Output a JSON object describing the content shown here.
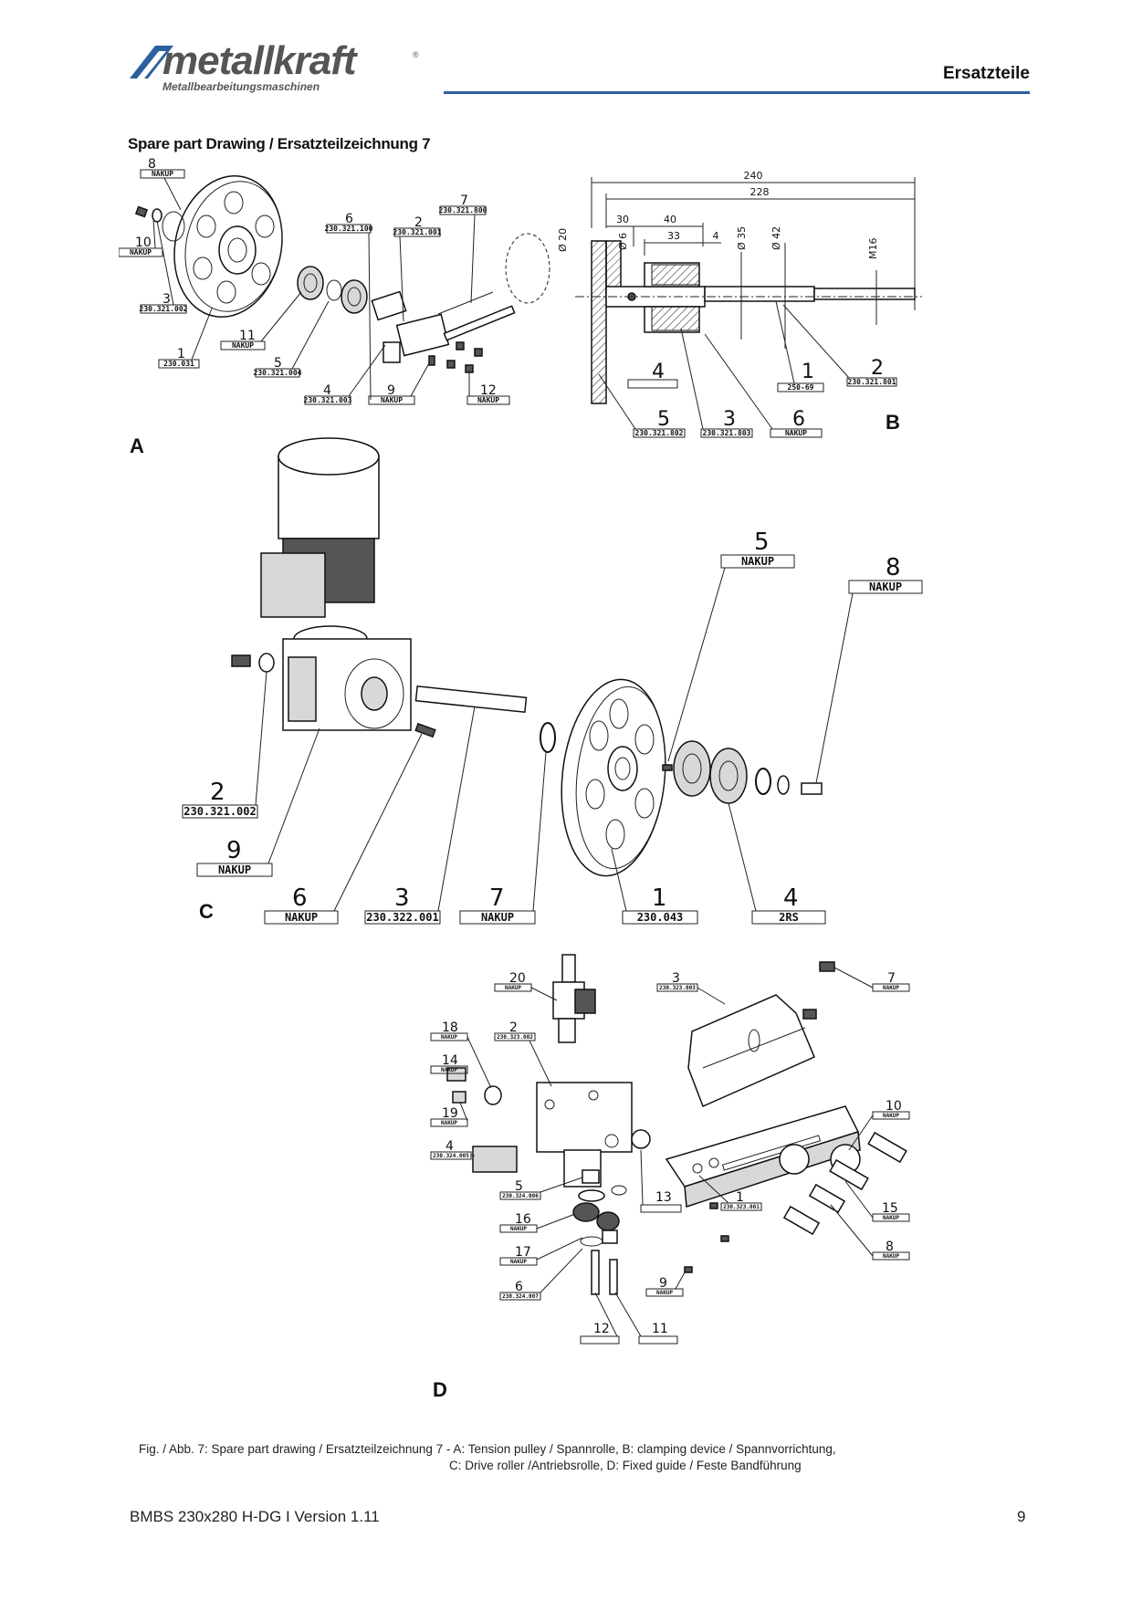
{
  "header": {
    "logo_text": "metallkraft",
    "logo_subtitle": "Metallbearbeitungsmaschinen",
    "logo_reg": "®",
    "section_title": "Ersatzteile"
  },
  "drawing": {
    "title": "Spare part Drawing / Ersatzteilzeichnung 7",
    "sections": {
      "A": {
        "letter": "A",
        "callouts": [
          {
            "num": "8",
            "code": "NAKUP"
          },
          {
            "num": "10",
            "code": "NAKUP"
          },
          {
            "num": "3",
            "code": "230.321.002"
          },
          {
            "num": "1",
            "code": "230.031"
          },
          {
            "num": "11",
            "code": "NAKUP"
          },
          {
            "num": "5",
            "code": "230.321.004"
          },
          {
            "num": "6",
            "code": "230.321.100"
          },
          {
            "num": "2",
            "code": "230.321.001"
          },
          {
            "num": "7",
            "code": "230.321.800"
          },
          {
            "num": "4",
            "code": "230.321.003"
          },
          {
            "num": "9",
            "code": "NAKUP"
          },
          {
            "num": "12",
            "code": "NAKUP"
          }
        ]
      },
      "B": {
        "letter": "B",
        "dims": {
          "d240": "240",
          "d228": "228",
          "d30": "30",
          "d40": "40",
          "d33": "33",
          "d4": "4",
          "dia20": "Ø 20",
          "dia6": "Ø 6",
          "dia35": "Ø 35",
          "dia42": "Ø 42",
          "m16": "M16"
        },
        "callouts": [
          {
            "num": "4",
            "code": ""
          },
          {
            "num": "1",
            "code": "250-69"
          },
          {
            "num": "2",
            "code": "230.321.801"
          },
          {
            "num": "5",
            "code": "230.321.802"
          },
          {
            "num": "3",
            "code": "230.321.803"
          },
          {
            "num": "6",
            "code": "NAKUP"
          }
        ]
      },
      "C": {
        "letter": "C",
        "callouts": [
          {
            "num": "5",
            "code": "NAKUP"
          },
          {
            "num": "8",
            "code": "NAKUP"
          },
          {
            "num": "2",
            "code": "230.321.002"
          },
          {
            "num": "9",
            "code": "NAKUP"
          },
          {
            "num": "6",
            "code": "NAKUP"
          },
          {
            "num": "3",
            "code": "230.322.001"
          },
          {
            "num": "7",
            "code": "NAKUP"
          },
          {
            "num": "1",
            "code": "230.043"
          },
          {
            "num": "4",
            "code": "2RS"
          }
        ]
      },
      "D": {
        "letter": "D",
        "callouts": [
          {
            "num": "20",
            "code": "NAKUP"
          },
          {
            "num": "3",
            "code": "230.323.003"
          },
          {
            "num": "7",
            "code": "NAKUP"
          },
          {
            "num": "18",
            "code": "NAKUP"
          },
          {
            "num": "2",
            "code": "230.323.002"
          },
          {
            "num": "14",
            "code": "NAKUP"
          },
          {
            "num": "19",
            "code": "NAKUP"
          },
          {
            "num": "4",
            "code": "230.324.005"
          },
          {
            "num": "10",
            "code": "NAKUP"
          },
          {
            "num": "5",
            "code": "230.324.006"
          },
          {
            "num": "16",
            "code": "NAKUP"
          },
          {
            "num": "13",
            "code": ""
          },
          {
            "num": "1",
            "code": "230.323.001"
          },
          {
            "num": "15",
            "code": "NAKUP"
          },
          {
            "num": "17",
            "code": "NAKUP"
          },
          {
            "num": "8",
            "code": "NAKUP"
          },
          {
            "num": "6",
            "code": "230.324.007"
          },
          {
            "num": "9",
            "code": "NAKUP"
          },
          {
            "num": "12",
            "code": ""
          },
          {
            "num": "11",
            "code": ""
          }
        ]
      }
    }
  },
  "caption": {
    "line1": "Fig. / Abb. 7: Spare part drawing / Ersatzteilzeichnung 7 - A: Tension pulley / Spannrolle, B: clamping device / Spannvorrichtung,",
    "line2": "C: Drive roller /Antriebsrolle, D: Fixed guide / Feste Bandführung"
  },
  "footer": {
    "model": "BMBS 230x280 H-DG I Version 1.11",
    "page": "9"
  }
}
